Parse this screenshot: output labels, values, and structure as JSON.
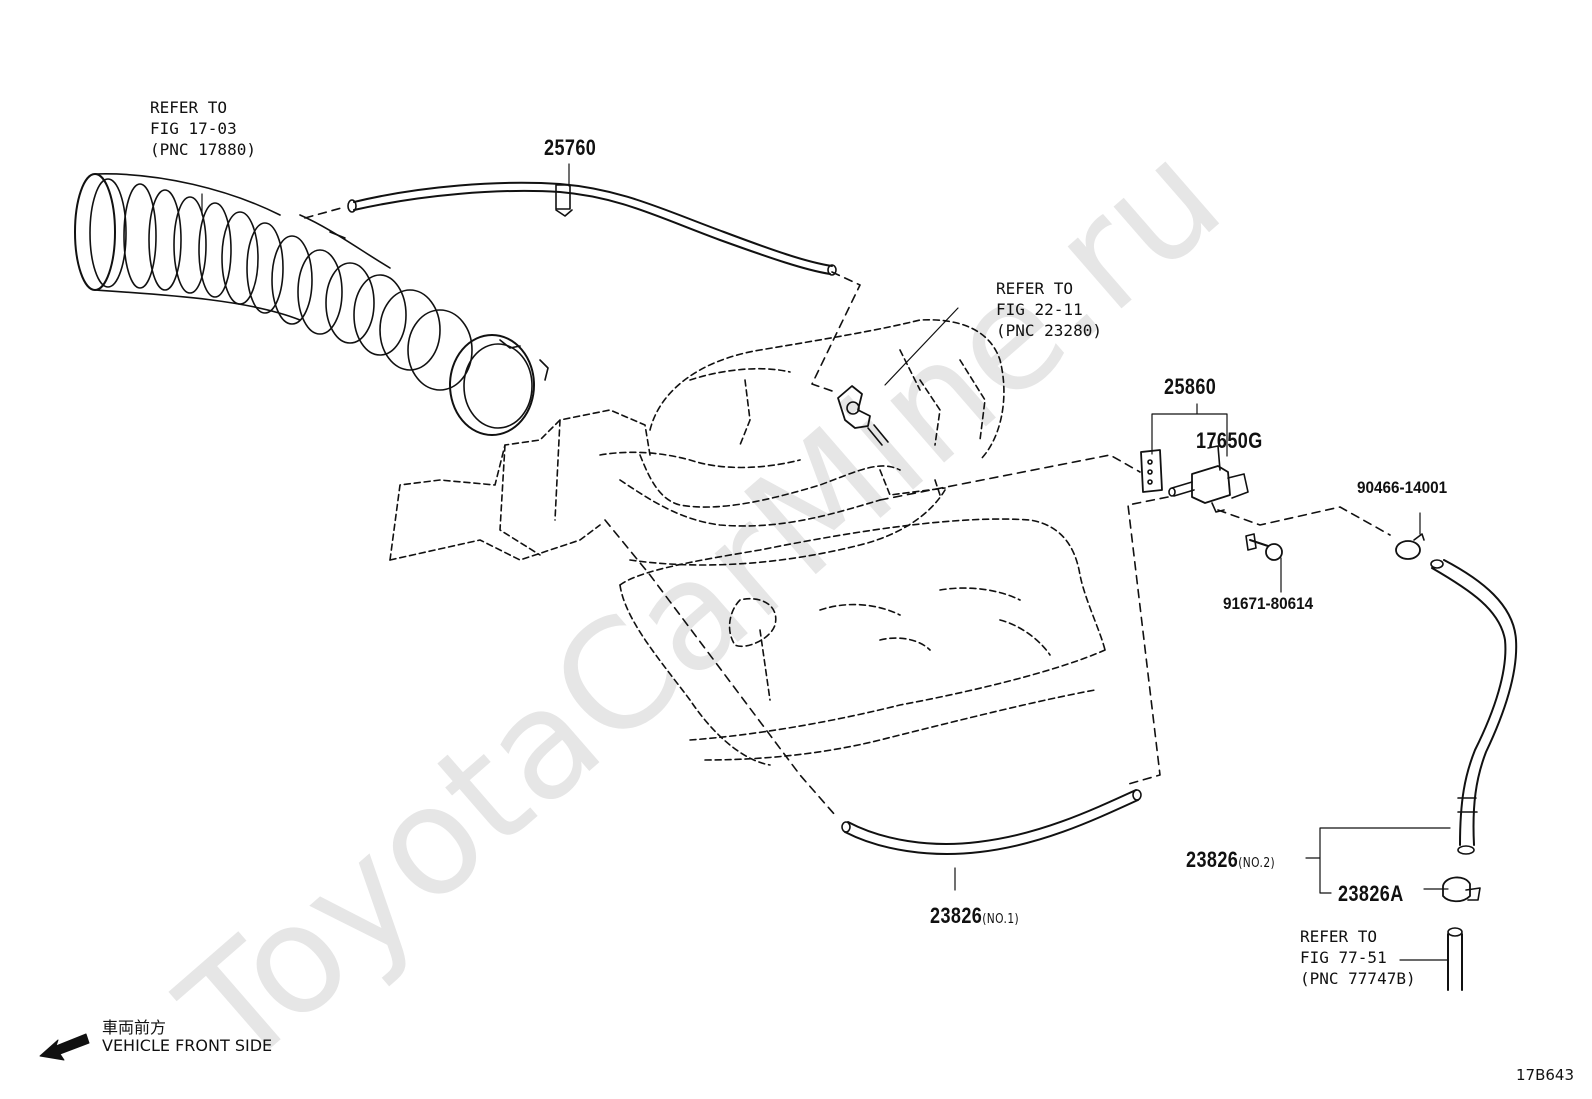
{
  "watermark": "ToyotaCarMine.ru",
  "refs": {
    "ref_17_03": "REFER TO\nFIG 17-03\n(PNC 17880)",
    "ref_22_11": "REFER TO\nFIG 22-11\n(PNC 23280)",
    "ref_77_51": "REFER TO\nFIG 77-51\n(PNC 77747B)"
  },
  "parts": {
    "p25760": "25760",
    "p25860": "25860",
    "p17650G": "17650G",
    "p90466": "90466-14001",
    "p91671": "91671-80614",
    "p23826_no2": "23826",
    "p23826_no2_suffix": "(NO.2)",
    "p23826A": "23826A",
    "p23826_no1": "23826",
    "p23826_no1_suffix": "(NO.1)"
  },
  "front_label": {
    "japanese": "車両前方",
    "english": "VEHICLE FRONT SIDE"
  },
  "figure_code": "17B643",
  "colors": {
    "line": "#111111",
    "watermark": "#e6e6e6"
  }
}
